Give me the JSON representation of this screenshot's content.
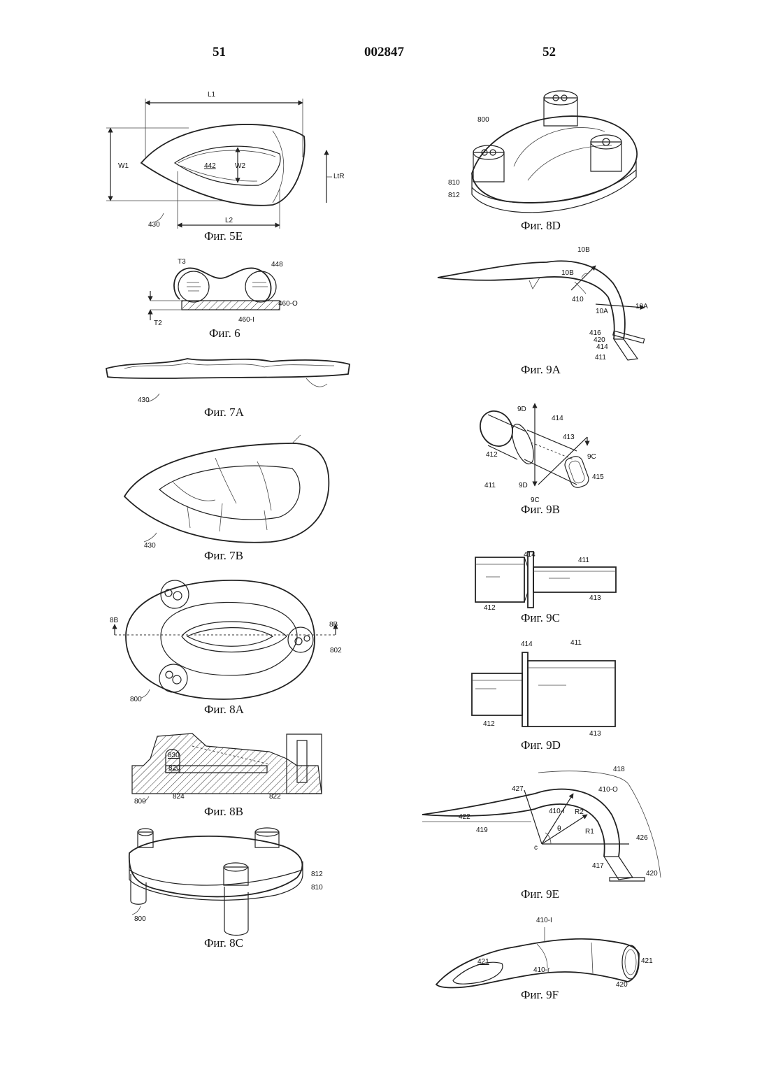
{
  "header": {
    "page_left": "51",
    "doc_number": "002847",
    "page_right": "52"
  },
  "figures": {
    "fig5e": {
      "caption": "Фиг. 5E",
      "labels": {
        "l1": "L1",
        "w1": "W1",
        "w2": "W2",
        "n442": "442",
        "ltr": "LtR",
        "l2": "L2",
        "n430": "430"
      }
    },
    "fig6": {
      "caption": "Фиг. 6",
      "labels": {
        "t3": "T3",
        "n448": "448",
        "n460o": "460-O",
        "t2": "T2",
        "n460i": "460-I"
      }
    },
    "fig7a": {
      "caption": "Фиг. 7A",
      "labels": {
        "n430": "430"
      }
    },
    "fig7b": {
      "caption": "Фиг. 7B",
      "labels": {
        "n430": "430"
      }
    },
    "fig8a": {
      "caption": "Фиг. 8A",
      "labels": {
        "n8b_left": "8B",
        "n8b_right": "8B",
        "n802": "802",
        "n800": "800"
      }
    },
    "fig8b": {
      "caption": "Фиг. 8B",
      "labels": {
        "n830": "830",
        "n820": "820",
        "n800": "800",
        "n824": "824",
        "n822": "822"
      }
    },
    "fig8c": {
      "caption": "Фиг. 8C",
      "labels": {
        "n812": "812",
        "n810": "810",
        "n800": "800"
      }
    },
    "fig8d": {
      "caption": "Фиг. 8D",
      "labels": {
        "n800": "800",
        "n810": "810",
        "n812": "812"
      }
    },
    "fig9a": {
      "caption": "Фиг. 9A",
      "labels": {
        "n10b_top": "10B",
        "n10b_mid": "10B",
        "n410": "410",
        "n10a_left": "10A",
        "n10a_right": "10A",
        "n416": "416",
        "n420": "420",
        "n414": "414",
        "n411": "411"
      }
    },
    "fig9b": {
      "caption": "Фиг. 9B",
      "labels": {
        "n9d_top": "9D",
        "n414": "414",
        "n413": "413",
        "n412": "412",
        "n9c_right": "9C",
        "n415": "415",
        "n411": "411",
        "n9d_bottom": "9D",
        "n9c_bottom": "9C"
      }
    },
    "fig9c": {
      "caption": "Фиг. 9C",
      "labels": {
        "n414": "414",
        "n411": "411",
        "n412": "412",
        "n413": "413"
      }
    },
    "fig9d": {
      "caption": "Фиг. 9D",
      "labels": {
        "n414": "414",
        "n411": "411",
        "n412": "412",
        "n413": "413"
      }
    },
    "fig9e": {
      "caption": "Фиг. 9E",
      "labels": {
        "n418": "418",
        "n427": "427",
        "n410o": "410-O",
        "n410i": "410-I",
        "r2": "R2",
        "n422": "422",
        "n419": "419",
        "theta": "θ",
        "r1": "R1",
        "n426": "426",
        "c": "c",
        "n417": "417",
        "n420": "420"
      }
    },
    "fig9f": {
      "caption": "Фиг. 9F",
      "labels": {
        "n410i": "410-I",
        "n421_left": "421",
        "n410r": "410-r",
        "n421_right": "421",
        "n420": "420"
      }
    }
  }
}
